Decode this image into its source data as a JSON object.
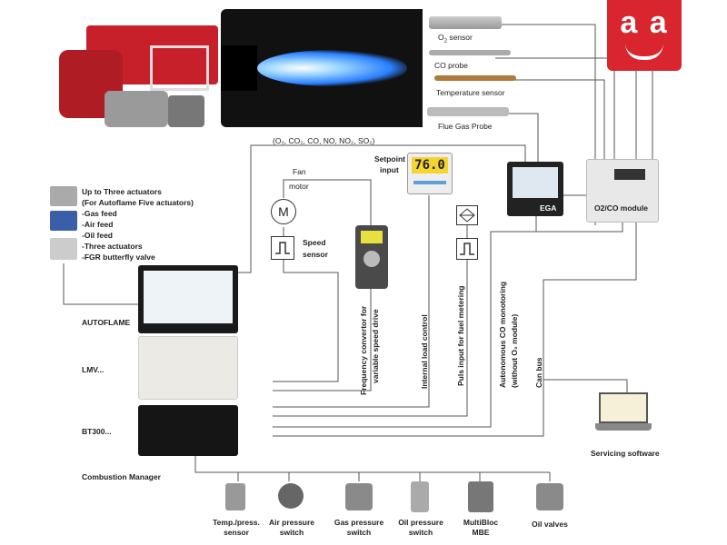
{
  "logo": {
    "text": "a a",
    "bg": "#d8252e"
  },
  "sensors": {
    "o2": "O",
    "o2_sub": "2",
    "o2_rest": " sensor",
    "co": "CO probe",
    "temp": "Temperature sensor",
    "flue": "Flue Gas Probe"
  },
  "gases": "(O₂, CO₂, CO, NO, NO₂, SO₂)",
  "fan": {
    "line1": "Fan",
    "line2": "motor",
    "symbol": "M"
  },
  "speed_sensor": {
    "line1": "Speed",
    "line2": "sensor"
  },
  "setpoint": {
    "line1": "Setpoint",
    "line2": "input",
    "display": "76.0"
  },
  "ega": "EGA",
  "o2co_module": "O2/CO module",
  "actuators": [
    "Up to Three actuators",
    "(For Autoflame Five actuators)",
    "-Gas feed",
    "-Air feed",
    "-Oil feed",
    "-Three actuators",
    "-FGR butterfly valve"
  ],
  "controllers": {
    "autoflame": "AUTOFLAME",
    "lmv": "LMV...",
    "bt300": "BT300...",
    "manager": "Combustion Manager"
  },
  "vertical_labels": {
    "freq1": "Frequency convertor for",
    "freq2": "variable speed drive",
    "internal": "Internal load control",
    "puls": "Puls input for fuel metering",
    "auto1": "Autonomous CO monotoring",
    "auto2": "(without O₂ module)",
    "canbus": "Can bus"
  },
  "servicing": "Servicing software",
  "bottom_devices": [
    {
      "l1": "Temp./press.",
      "l2": "sensor"
    },
    {
      "l1": "Air pressure",
      "l2": "switch"
    },
    {
      "l1": "Gas pressure",
      "l2": "switch"
    },
    {
      "l1": "Oil pressure",
      "l2": "switch"
    },
    {
      "l1": "MultiBloc",
      "l2": "MBE"
    },
    {
      "l1": "Oil valves",
      "l2": ""
    }
  ],
  "colors": {
    "burner_red": "#c8202a",
    "chamber": "#111111",
    "flame": "#4aa8ff",
    "wire": "#555555"
  }
}
